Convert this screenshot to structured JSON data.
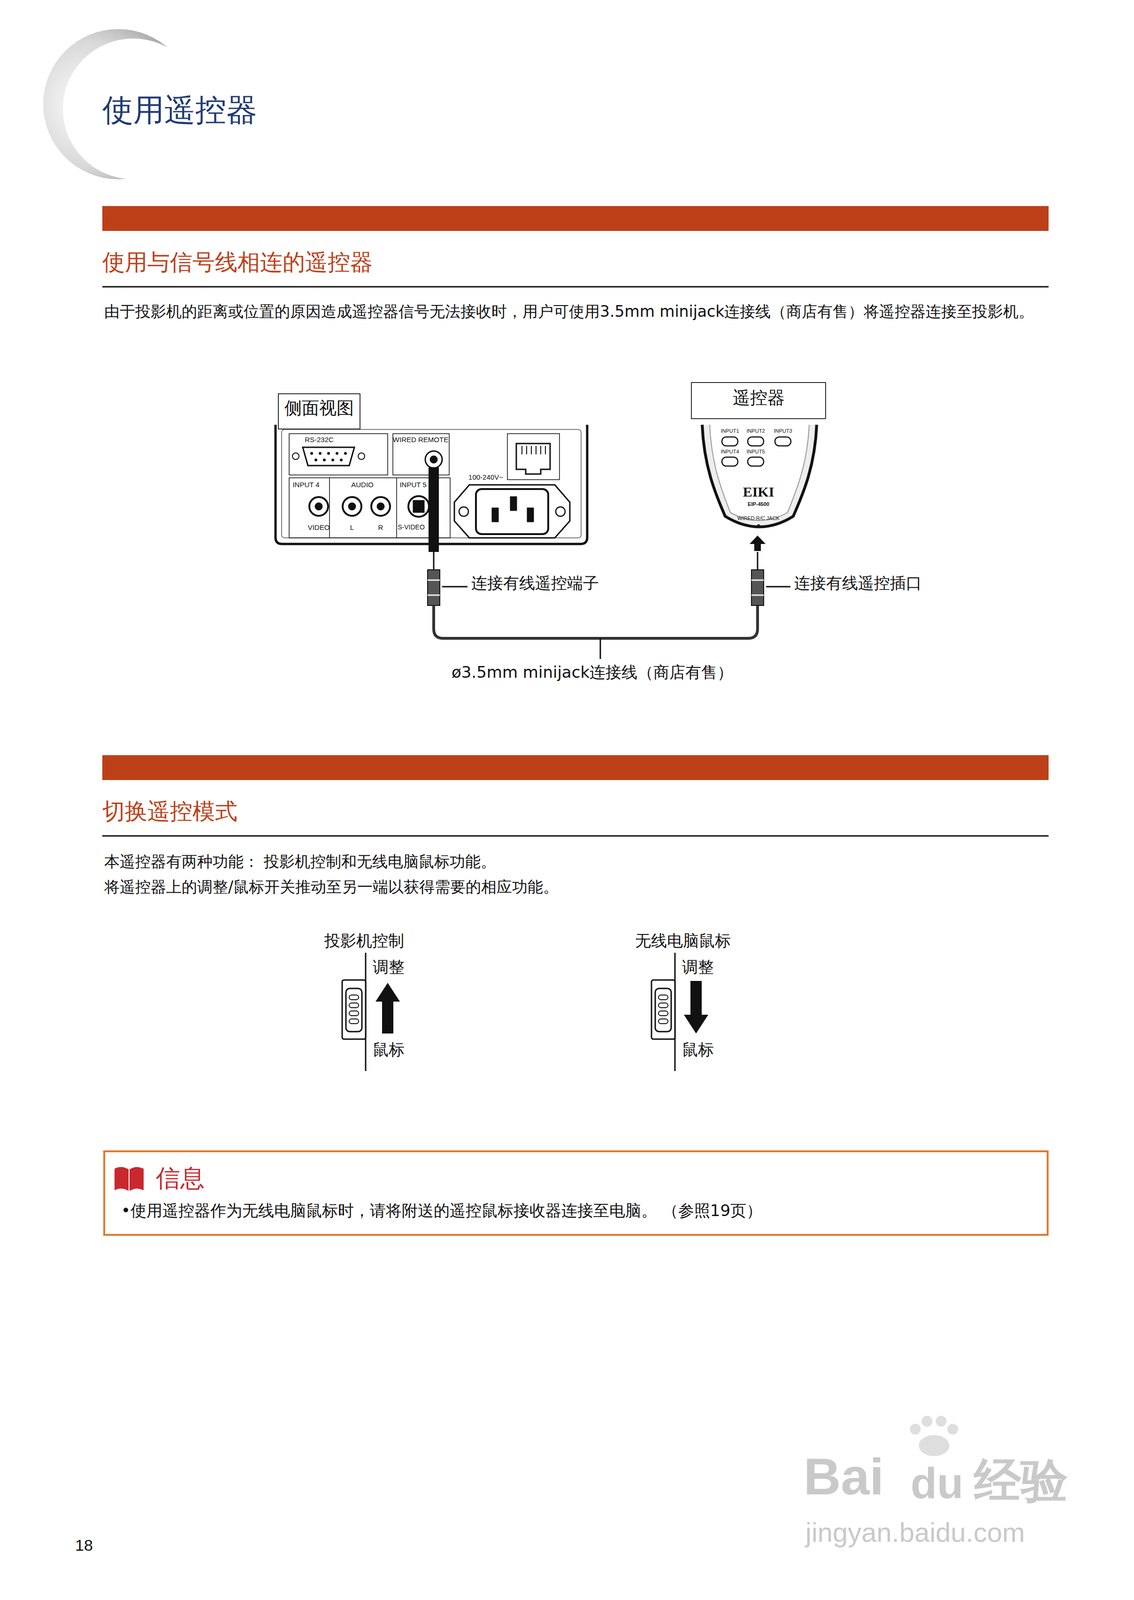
{
  "diagram": {
    "title": "使用遥控器",
    "nodes": [
      {
        "text": [
          "侧面视图"
        ]
      },
      {
        "text": [
          "遥控器"
        ]
      },
      {
        "text": [
          "信息",
          "•使用遥控器作为无线电脑鼠标时，请将附送的遥控鼠标接收器连接至电脑。 （参照19页）"
        ]
      }
    ],
    "labels": [
      "使用与信号线相连的遥控器",
      "由于投影机的距离或位置的原因造成遥控器信号无法接收时，用户可使用3.5mm minijack连接线（商店有售）将遥控器连接至投影机。",
      "RS-232C",
      "WIRED REMOTE",
      "100-240V~",
      "INPUT 4",
      "AUDIO",
      "INPUT 5",
      "VIDEO",
      "L",
      "R",
      "S-VIDEO",
      "INPUT1",
      "INPUT2",
      "INPUT3",
      "INPUT4",
      "INPUT5",
      "EIKI",
      "EIP-4500",
      "WIRED R/C JACK",
      "连接有线遥控端子",
      "连接有线遥控插口",
      "ø3.5mm minijack连接线（商店有售）",
      "切换遥控模式",
      "本遥控器有两种功能： 投影机控制和无线电脑鼠标功能。",
      "将遥控器上的调整/鼠标开关推动至另一端以获得需要的相应功能。",
      "投影机控制",
      "调整",
      "鼠标",
      "无线电脑鼠标",
      "调整",
      "鼠标",
      "18",
      "Bai",
      "du",
      "经验",
      "jingyan.baidu.com"
    ]
  }
}
